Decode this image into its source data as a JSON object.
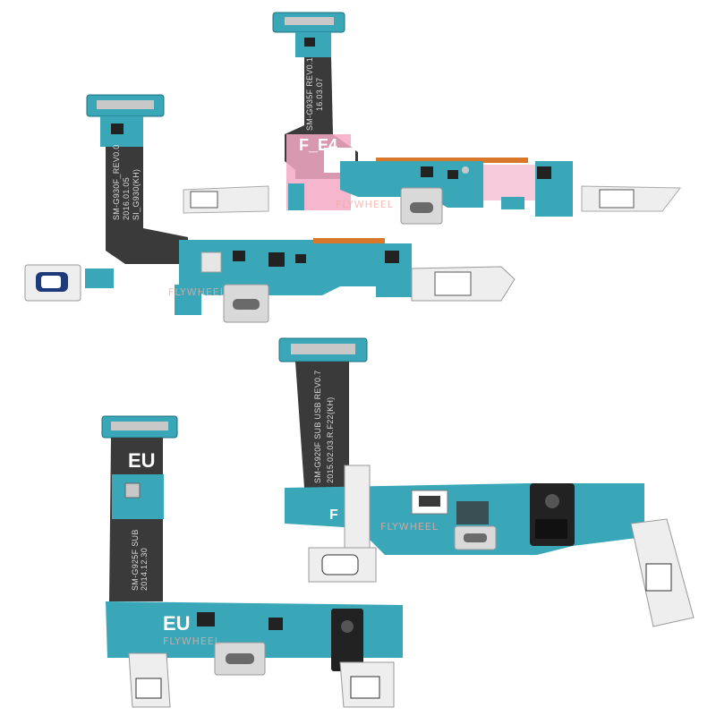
{
  "image": {
    "alt": "",
    "colors": {
      "background": "#ffffff",
      "flex_ribbon": "#3a3a3a",
      "pcb": "#3aa7b8",
      "connector": "#c8c8c8",
      "pink_tape": "#f4a9c4",
      "orange_trace": "#d9772b",
      "metal_bracket": "#e6e6e6"
    }
  },
  "labels": {
    "top_right_code": "SM-G935F REV0.1",
    "top_right_date": "16.03.07",
    "top_right_tag": "F_E4",
    "top_left_code": "SM-G930F_REV0.0",
    "top_left_date": "2016.01.05",
    "top_left_tag": "SI_G930(KH)",
    "bottom_right_code": "SM-G920F SUB USB REV0.7",
    "bottom_right_date": "2015.02.03.R.F22(KH)",
    "bottom_right_tag": "F",
    "bottom_left_code": "SM-G925F SUB",
    "bottom_left_date": "2014.12.30",
    "bottom_left_mark_top": "EU",
    "bottom_left_mark_bottom": "EU",
    "watermark": "FLYWHEEL"
  }
}
